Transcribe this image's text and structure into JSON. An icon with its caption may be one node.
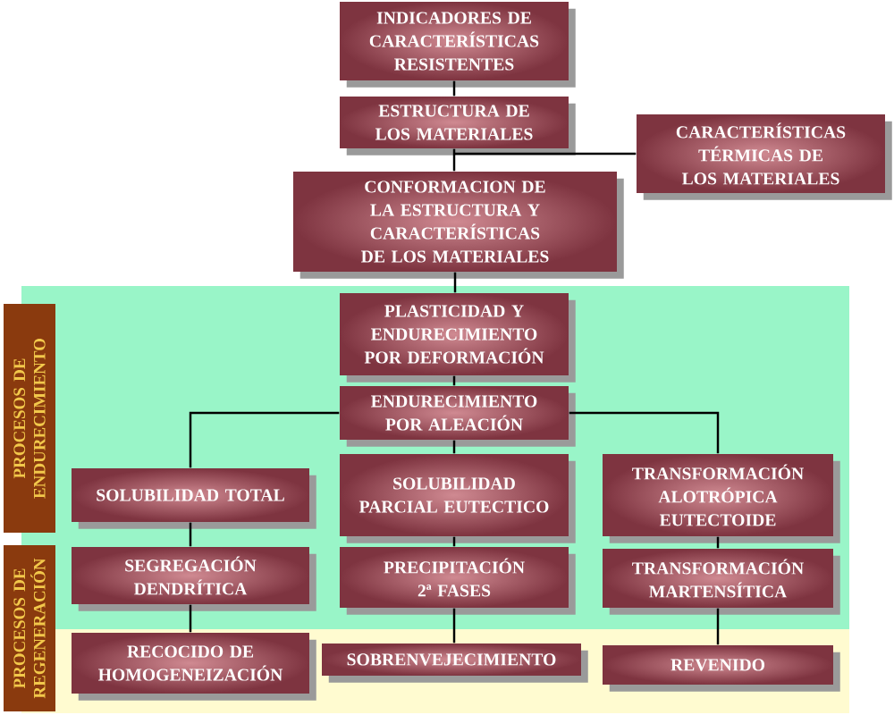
{
  "diagram": {
    "nodes": [
      {
        "text": [
          "INDICADORES DE CARACTERÍSTICAS RESISTENTES"
        ]
      },
      {
        "text": [
          "ESTRUCTURA DE LOS MATERIALES"
        ]
      },
      {
        "text": [
          "CARACTERÍSTICAS TÉRMICAS DE LOS MATERIALES"
        ]
      },
      {
        "text": [
          "CONFORMACION DE LA ESTRUCTURA Y CARACTERÍSTICAS DE LOS MATERIALES"
        ]
      },
      {
        "text": [
          "PLASTICIDAD Y ENDURECIMIENTO POR DEFORMACIÓN"
        ]
      },
      {
        "text": [
          "ENDURECIMIENTO POR ALEACIÓN"
        ]
      },
      {
        "text": [
          "SOLUBILIDAD TOTAL"
        ]
      },
      {
        "text": [
          "SOLUBILIDAD PARCIAL EUTECTICO"
        ]
      },
      {
        "text": [
          "TRANSFORMACIÓN ALOTRÓPICA EUTECTOIDE"
        ]
      },
      {
        "text": [
          "SEGREGACIÓN DENDRÍTICA"
        ]
      },
      {
        "text": [
          "PRECIPITACIÓN 2ª FASES"
        ]
      },
      {
        "text": [
          "TRANSFORMACIÓN MARTENSÍTICA"
        ]
      },
      {
        "text": [
          "RECOCIDO DE HOMOGENEIZACIÓN"
        ]
      },
      {
        "text": [
          "SOBRENVEJECIMIENTO"
        ]
      },
      {
        "text": [
          "REVENIDO"
        ]
      },
      {
        "text": [
          "PROCESOS DE ENDURECIMIENTO"
        ]
      },
      {
        "text": [
          "PROCESOS DE REGENERACIÓN"
        ]
      }
    ],
    "edges": [
      {
        "from": 0,
        "to": 1,
        "arrow": "none"
      },
      {
        "from": 1,
        "to": 3,
        "arrow": "none"
      },
      {
        "from": 1,
        "to": 2,
        "arrow": "none"
      },
      {
        "from": 3,
        "to": 4,
        "arrow": "none"
      },
      {
        "from": 4,
        "to": 5,
        "arrow": "none"
      },
      {
        "from": 5,
        "to": 6,
        "arrow": "none"
      },
      {
        "from": 5,
        "to": 7,
        "arrow": "none"
      },
      {
        "from": 5,
        "to": 8,
        "arrow": "none"
      },
      {
        "from": 6,
        "to": 9,
        "arrow": "none"
      },
      {
        "from": 9,
        "to": 12,
        "arrow": "none"
      },
      {
        "from": 7,
        "to": 10,
        "arrow": "none"
      },
      {
        "from": 10,
        "to": 13,
        "arrow": "none"
      },
      {
        "from": 8,
        "to": 11,
        "arrow": "none"
      },
      {
        "from": 11,
        "to": 14,
        "arrow": "none"
      }
    ]
  }
}
